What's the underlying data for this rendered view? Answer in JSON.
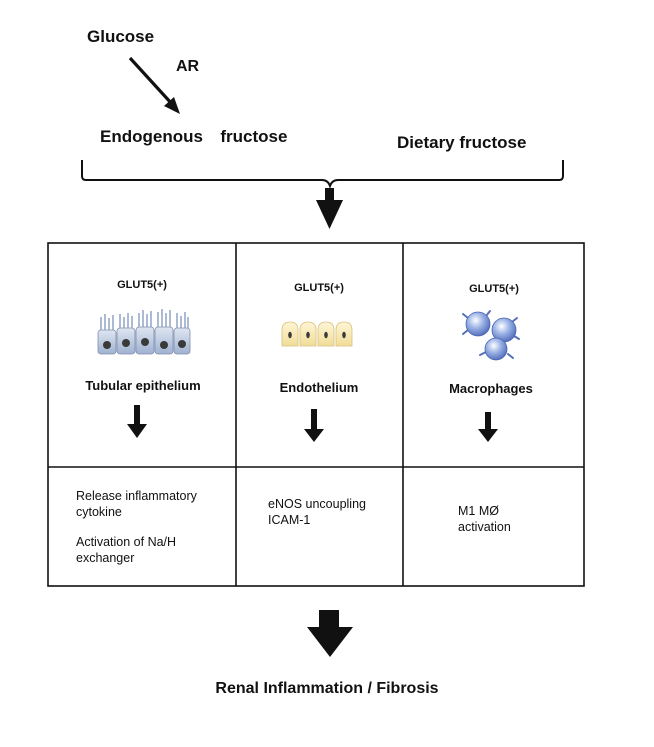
{
  "pathway": {
    "glucose": "Glucose",
    "enzyme": "AR",
    "endogenous": "Endogenous  fructose",
    "dietary": "Dietary fructose"
  },
  "columns": [
    {
      "marker": "GLUT5(+)",
      "cell": "Tubular epithelium",
      "icon": "tubular-epithelium-cells-icon",
      "effects": [
        "Release inflammatory cytokine",
        "Activation of Na/H exchanger"
      ]
    },
    {
      "marker": "GLUT5(+)",
      "cell": "Endothelium",
      "icon": "endothelium-cells-icon",
      "effects": [
        "eNOS uncoupling",
        "ICAM-1"
      ]
    },
    {
      "marker": "GLUT5(+)",
      "cell": "Macrophages",
      "icon": "macrophages-icon",
      "effects": [
        "M1 MØ",
        "activation"
      ]
    }
  ],
  "outcome": "Renal Inflammation / Fibrosis"
}
